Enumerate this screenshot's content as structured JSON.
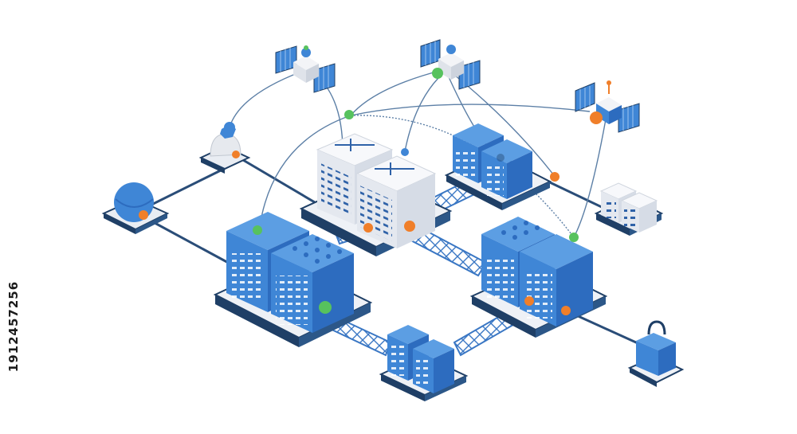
{
  "stock_id": "1912457256",
  "palette": {
    "blue": "#3f86d6",
    "blue_dark": "#2d6cbf",
    "blue_light": "#5c9ee3",
    "white_building": "#eef1f6",
    "platform_dark": "#1f3f66",
    "orange": "#f07f2a",
    "green": "#57c25e",
    "cable": "#2a4d78"
  },
  "scene": {
    "satellites": 3,
    "building_clusters": 6,
    "edge_nodes": [
      "globe-node",
      "dome-node",
      "lock-node"
    ]
  }
}
